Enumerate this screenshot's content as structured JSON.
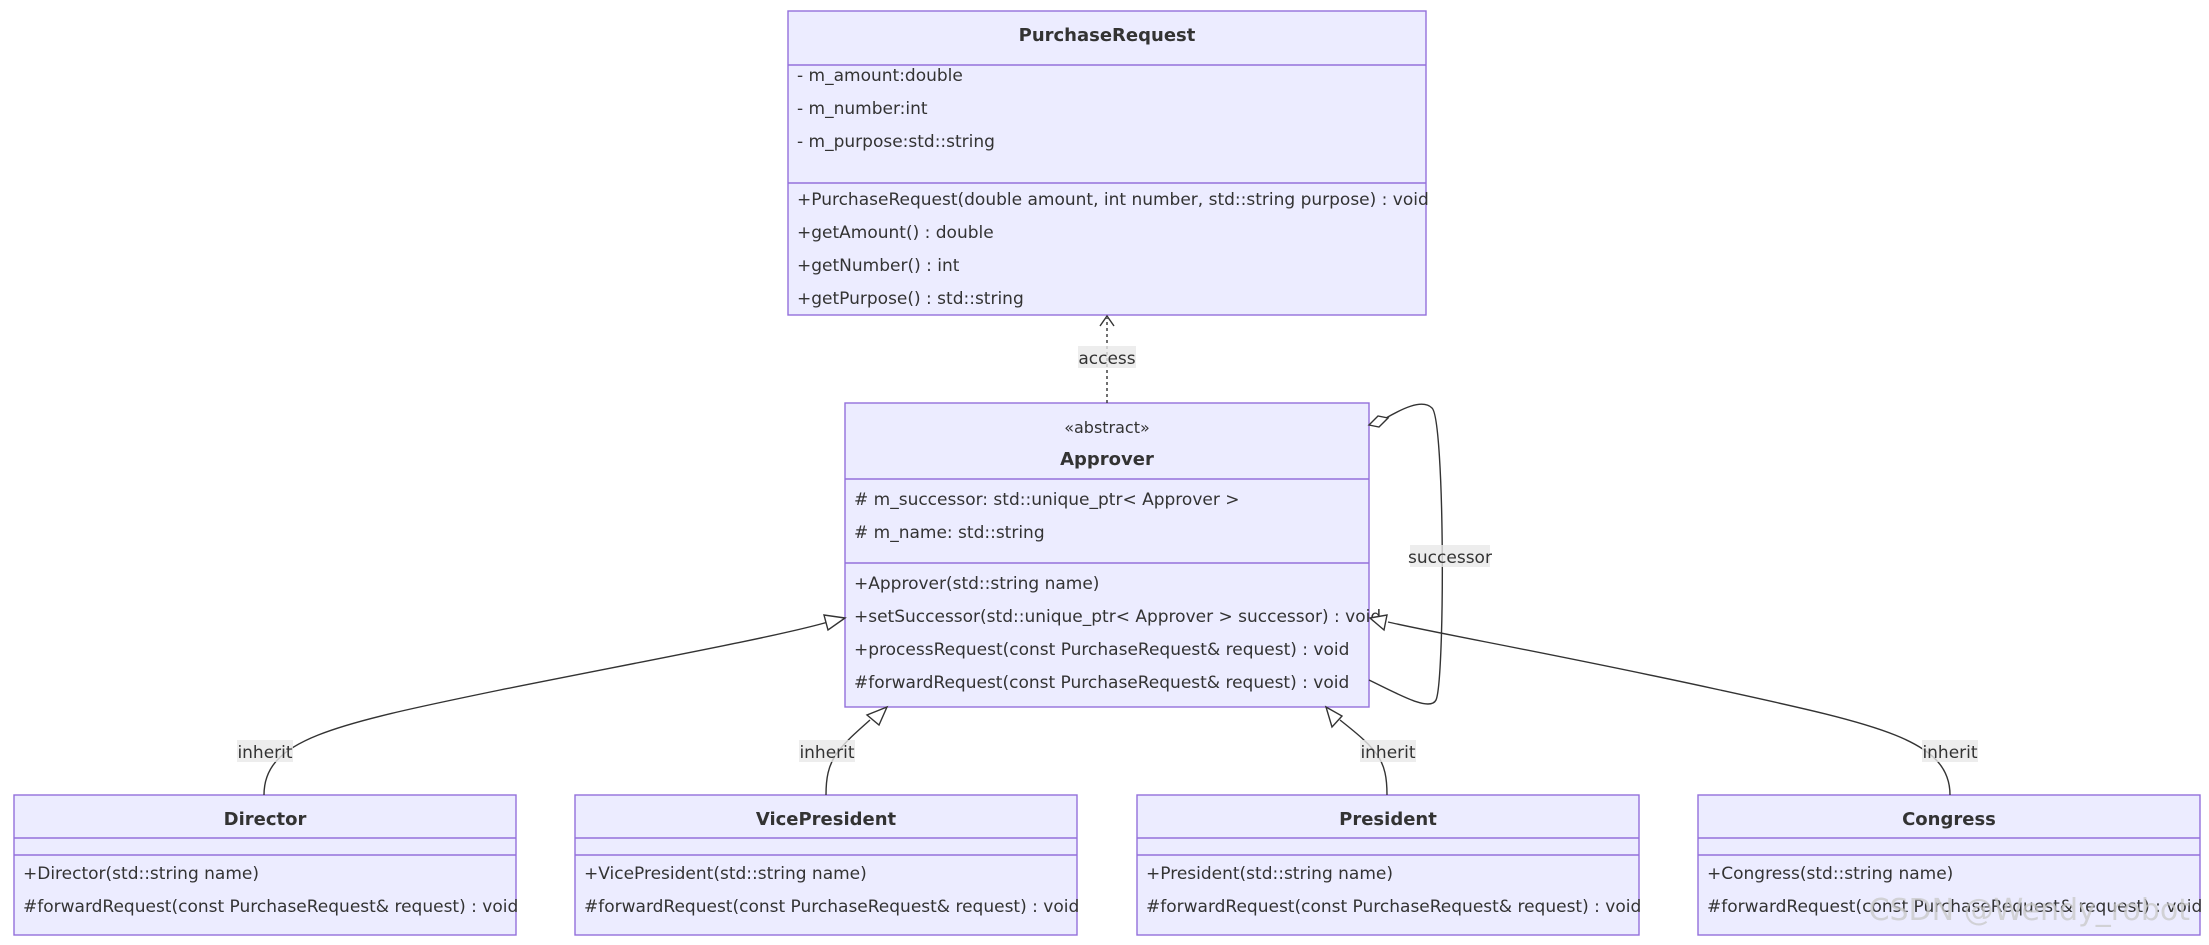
{
  "classes": {
    "purchase_request": {
      "name": "PurchaseRequest",
      "attributes": [
        "- m_amount:double",
        "- m_number:int",
        "- m_purpose:std::string"
      ],
      "methods": [
        "+PurchaseRequest(double amount, int number, std::string purpose) : void",
        "+getAmount() : double",
        "+getNumber() : int",
        "+getPurpose() : std::string"
      ]
    },
    "approver": {
      "stereotype": "«abstract»",
      "name": "Approver",
      "attributes": [
        "# m_successor: std::unique_ptr< Approver >",
        "# m_name: std::string"
      ],
      "methods": [
        "+Approver(std::string name)",
        "+setSuccessor(std::unique_ptr< Approver > successor) : void",
        "+processRequest(const PurchaseRequest& request) : void",
        "#forwardRequest(const PurchaseRequest& request) : void"
      ]
    },
    "director": {
      "name": "Director",
      "attributes": [],
      "methods": [
        "+Director(std::string name)",
        "#forwardRequest(const PurchaseRequest& request) : void"
      ]
    },
    "vice_president": {
      "name": "VicePresident",
      "attributes": [],
      "methods": [
        "+VicePresident(std::string name)",
        "#forwardRequest(const PurchaseRequest& request) : void"
      ]
    },
    "president": {
      "name": "President",
      "attributes": [],
      "methods": [
        "+President(std::string name)",
        "#forwardRequest(const PurchaseRequest& request) : void"
      ]
    },
    "congress": {
      "name": "Congress",
      "attributes": [],
      "methods": [
        "+Congress(std::string name)",
        "#forwardRequest(const PurchaseRequest& request) : void"
      ]
    }
  },
  "relations": {
    "access": "access",
    "successor": "successor",
    "inherit_director": "inherit",
    "inherit_vice_president": "inherit",
    "inherit_president": "inherit",
    "inherit_congress": "inherit"
  },
  "watermark": "CSDN @Wendy_robot",
  "colors": {
    "box_fill": "#ececff",
    "box_stroke": "#9370db",
    "edge": "#333333",
    "text": "#333333"
  }
}
